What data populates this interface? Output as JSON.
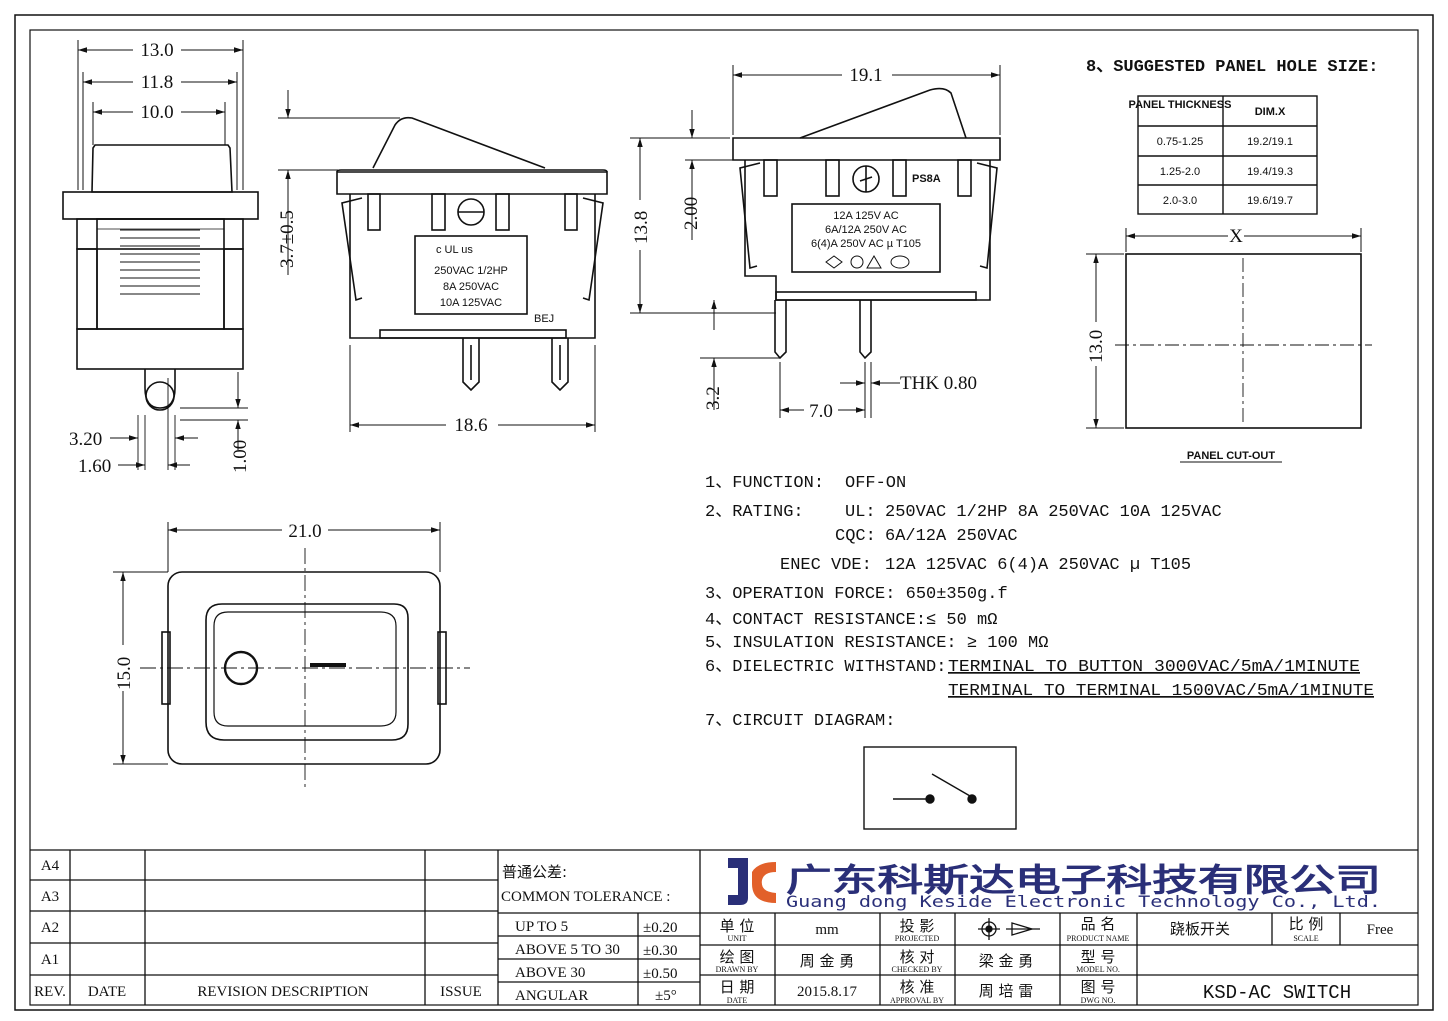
{
  "side_view": {
    "dim_13": "13.0",
    "dim_11_8": "11.8",
    "dim_10": "10.0",
    "dim_3_20": "3.20",
    "dim_1_60": "1.60",
    "dim_1_00": "1.00"
  },
  "front_view": {
    "dim_3_7": "3.7±0.5",
    "dim_18_6": "18.6",
    "label_lines": [
      "250VAC 1/2HP",
      "8A  250VAC",
      "10A  125VAC"
    ],
    "bej": "BEJ"
  },
  "rear_view": {
    "dim_19_1": "19.1",
    "dim_13_8": "13.8",
    "dim_2_00": "2.00",
    "dim_3_2": "3.2",
    "dim_7_0": "7.0",
    "thk": "THK 0.80",
    "ps8a": "PS8A",
    "label_lines": [
      "12A 125V AC",
      "6A/12A 250V AC",
      "6(4)A 250V AC µ T105"
    ]
  },
  "top_view": {
    "dim_21": "21.0",
    "dim_15": "15.0"
  },
  "panel": {
    "title": "8、SUGGESTED PANEL HOLE SIZE:",
    "headers": [
      "PANEL THICKNESS",
      "DIM.X"
    ],
    "rows": [
      [
        "0.75-1.25",
        "19.2/19.1"
      ],
      [
        "1.25-2.0",
        "19.4/19.3"
      ],
      [
        "2.0-3.0",
        "19.6/19.7"
      ]
    ],
    "x_label": "X",
    "dim_13": "13.0",
    "cutout": "PANEL CUT-OUT"
  },
  "specs": {
    "function_label": "1、FUNCTION:",
    "function_value": "OFF-ON",
    "rating_label": "2、RATING:",
    "ul_label": "UL:",
    "ul_value": "250VAC 1/2HP 8A 250VAC 10A 125VAC",
    "cqc_label": "CQC:",
    "cqc_value": "6A/12A 250VAC",
    "enec_label": "ENEC VDE:",
    "enec_value": "12A 125VAC 6(4)A 250VAC µ T105",
    "force": "3、OPERATION FORCE: 650±350g.f",
    "contact": "4、CONTACT RESISTANCE:≤ 50 mΩ",
    "insulation": "5、INSULATION RESISTANCE: ≥ 100 MΩ",
    "dielectric_label": "6、DIELECTRIC WITHSTAND:",
    "dielectric_1": "TERMINAL TO BUTTON 3000VAC/5mA/1MINUTE",
    "dielectric_2": "TERMINAL TO TERMINAL 1500VAC/5mA/1MINUTE",
    "circuit": "7、CIRCUIT DIAGRAM:"
  },
  "title_block": {
    "rev_rows": [
      "A4",
      "A3",
      "A2",
      "A1"
    ],
    "rev_headers": [
      "REV.",
      "DATE",
      "REVISION DESCRIPTION",
      "ISSUE"
    ],
    "tol_title_cn": "普通公差:",
    "tol_title_en": "COMMON TOLERANCE :",
    "tolerances": [
      [
        "UP TO 5",
        "±0.20"
      ],
      [
        "ABOVE 5 TO 30",
        "±0.30"
      ],
      [
        "ABOVE 30",
        "±0.50"
      ],
      [
        "ANGULAR",
        "±5°"
      ]
    ],
    "company_cn": "广东科斯达电子科技有限公司",
    "company_en": "Guang dong Keside Electronic Technology Co., Ltd.",
    "unit_cn": "单 位",
    "unit_en": "UNIT",
    "unit_value": "mm",
    "proj_cn": "投 影",
    "proj_en": "PROJECTED",
    "pname_cn": "品 名",
    "pname_en": "PRODUCT NAME",
    "pname_value": "跷板开关",
    "scale_cn": "比 例",
    "scale_en": "SCALE",
    "scale_value": "Free",
    "drawn_cn": "绘 图",
    "drawn_en": "DRAWN BY",
    "drawn_value": "周 金 勇",
    "check_cn": "核 对",
    "check_en": "CHECKED BY",
    "check_value": "梁 金 勇",
    "model_cn": "型 号",
    "model_en": "MODEL NO.",
    "date_cn": "日 期",
    "date_en": "DATE",
    "date_value": "2015.8.17",
    "approve_cn": "核 准",
    "approve_en": "APPROVAL BY",
    "approve_value": "周 培 雷",
    "dwg_cn": "图 号",
    "dwg_en": "DWG NO.",
    "dwg_value": "KSD-AC SWITCH"
  }
}
